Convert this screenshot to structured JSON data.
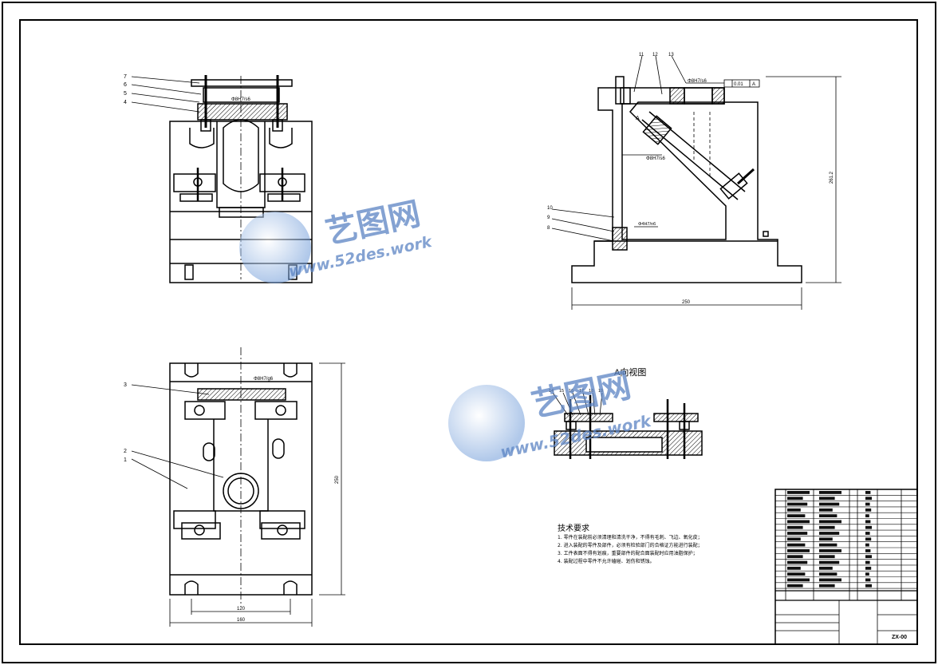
{
  "drawing": {
    "code": "ZX-00",
    "view_title": "A向视图",
    "tech_title": "技术要求",
    "tech_items": [
      "1. 零件在装配前必须清理和清洗干净，不得有毛刺、飞边、氧化皮；",
      "2. 进入装配的零件及部件，必须有检验部门的合格证方能进行装配；",
      "3. 工件表面不得有划痕，重要部件的配合面装配时应用油脂保护；",
      "4. 装配过程中零件不允许磕碰、划伤和锈蚀。"
    ],
    "dimensions": {
      "width_side": "250",
      "height_side": "261.2",
      "height_plan": "250",
      "inner_width": "120",
      "outer_width": "160",
      "fit_1": "Φ8H7/s6",
      "fit_2": "Φ8H7/s6",
      "fit_3": "Φ8H7/s6",
      "fit_4": "Φ4H7/n6",
      "fit_5": "Φ8H7/g6",
      "tolerance": "0.01",
      "datum": "A",
      "view_letter": "A"
    },
    "balloons_front": [
      "7",
      "6",
      "5",
      "4"
    ],
    "balloons_plan": [
      "3",
      "2",
      "1"
    ],
    "balloons_side": [
      "11",
      "12",
      "13",
      "10",
      "9",
      "8"
    ],
    "balloons_aview": [
      "14",
      "15",
      "16",
      "17",
      "18",
      "19"
    ]
  },
  "watermark": {
    "cn": "艺图网",
    "en": "www.52des.work"
  }
}
